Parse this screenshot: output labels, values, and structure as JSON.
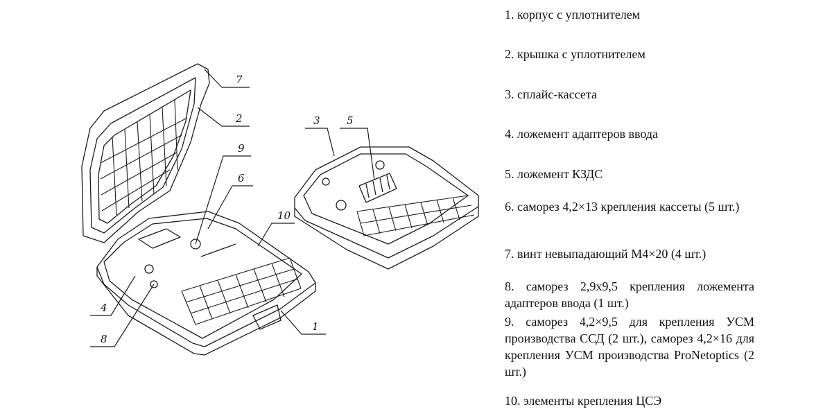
{
  "legend": [
    {
      "text": "1. корпус с уплотнителем"
    },
    {
      "text": "2. крышка с уплотнителем"
    },
    {
      "text": "3. сплайс-кассета"
    },
    {
      "text": "4. ложемент адаптеров ввода"
    },
    {
      "text": "5. ложемент КЗДС"
    },
    {
      "text": "6. саморез 4,2×13 крепления кассеты (5 шт.)"
    },
    {
      "text": "7. винт невыпадающий М4×20 (4 шт.)"
    },
    {
      "text": "8. саморез 2,9х9,5 крепления ложемента адаптеров ввода (1 шт.)"
    },
    {
      "text": "9. саморез 4,2×9,5 для крепления УСМ производства ССД (2 шт.), саморез 4,2×16 для крепления УСМ производства ProNetoptics (2 шт.)"
    },
    {
      "text": "10. элементы крепления ЦСЭ"
    }
  ],
  "callouts": [
    "1",
    "2",
    "3",
    "4",
    "5",
    "6",
    "7",
    "8",
    "9",
    "10"
  ]
}
